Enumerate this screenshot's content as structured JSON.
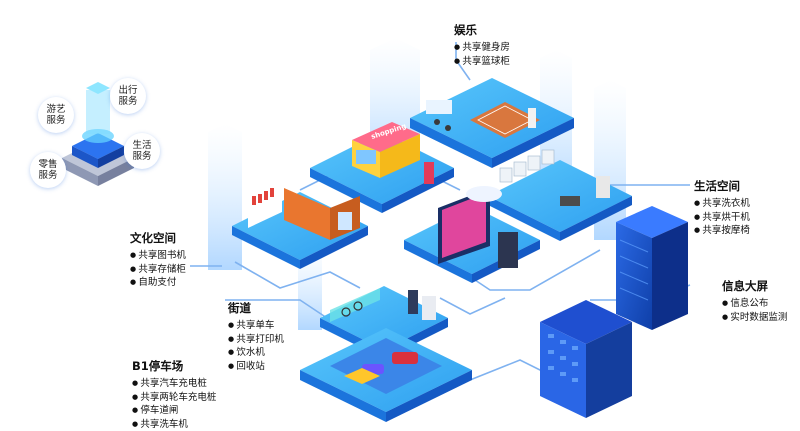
{
  "services": {
    "entertainment": "游艺\n服务",
    "travel": "出行\n服务",
    "life": "生活\n服务",
    "retail": "零售\n服务"
  },
  "zones": {
    "entertainment": {
      "title": "娱乐",
      "items": [
        "共享健身房",
        "共享篮球柜"
      ]
    },
    "living": {
      "title": "生活空间",
      "items": [
        "共享洗衣机",
        "共享烘干机",
        "共享按摩椅"
      ]
    },
    "culture": {
      "title": "文化空间",
      "items": [
        "共享图书机",
        "共享存储柜",
        "自助支付"
      ]
    },
    "screen": {
      "title": "信息大屏",
      "items": [
        "信息公布",
        "实时数据监测"
      ]
    },
    "street": {
      "title": "街道",
      "items": [
        "共享单车",
        "共享打印机",
        "饮水机",
        "回收站"
      ]
    },
    "parking": {
      "title": "B1停车场",
      "items": [
        "共享汽车充电桩",
        "共享两轮车充电桩",
        "停车道闸",
        "共享洗车机"
      ]
    }
  },
  "shop_sign": "shopping",
  "colors": {
    "accent": "#1f8bf0",
    "platform_top": "#3fb4f7",
    "platform_side": "#1766d6",
    "line": "#7fb2f0"
  }
}
